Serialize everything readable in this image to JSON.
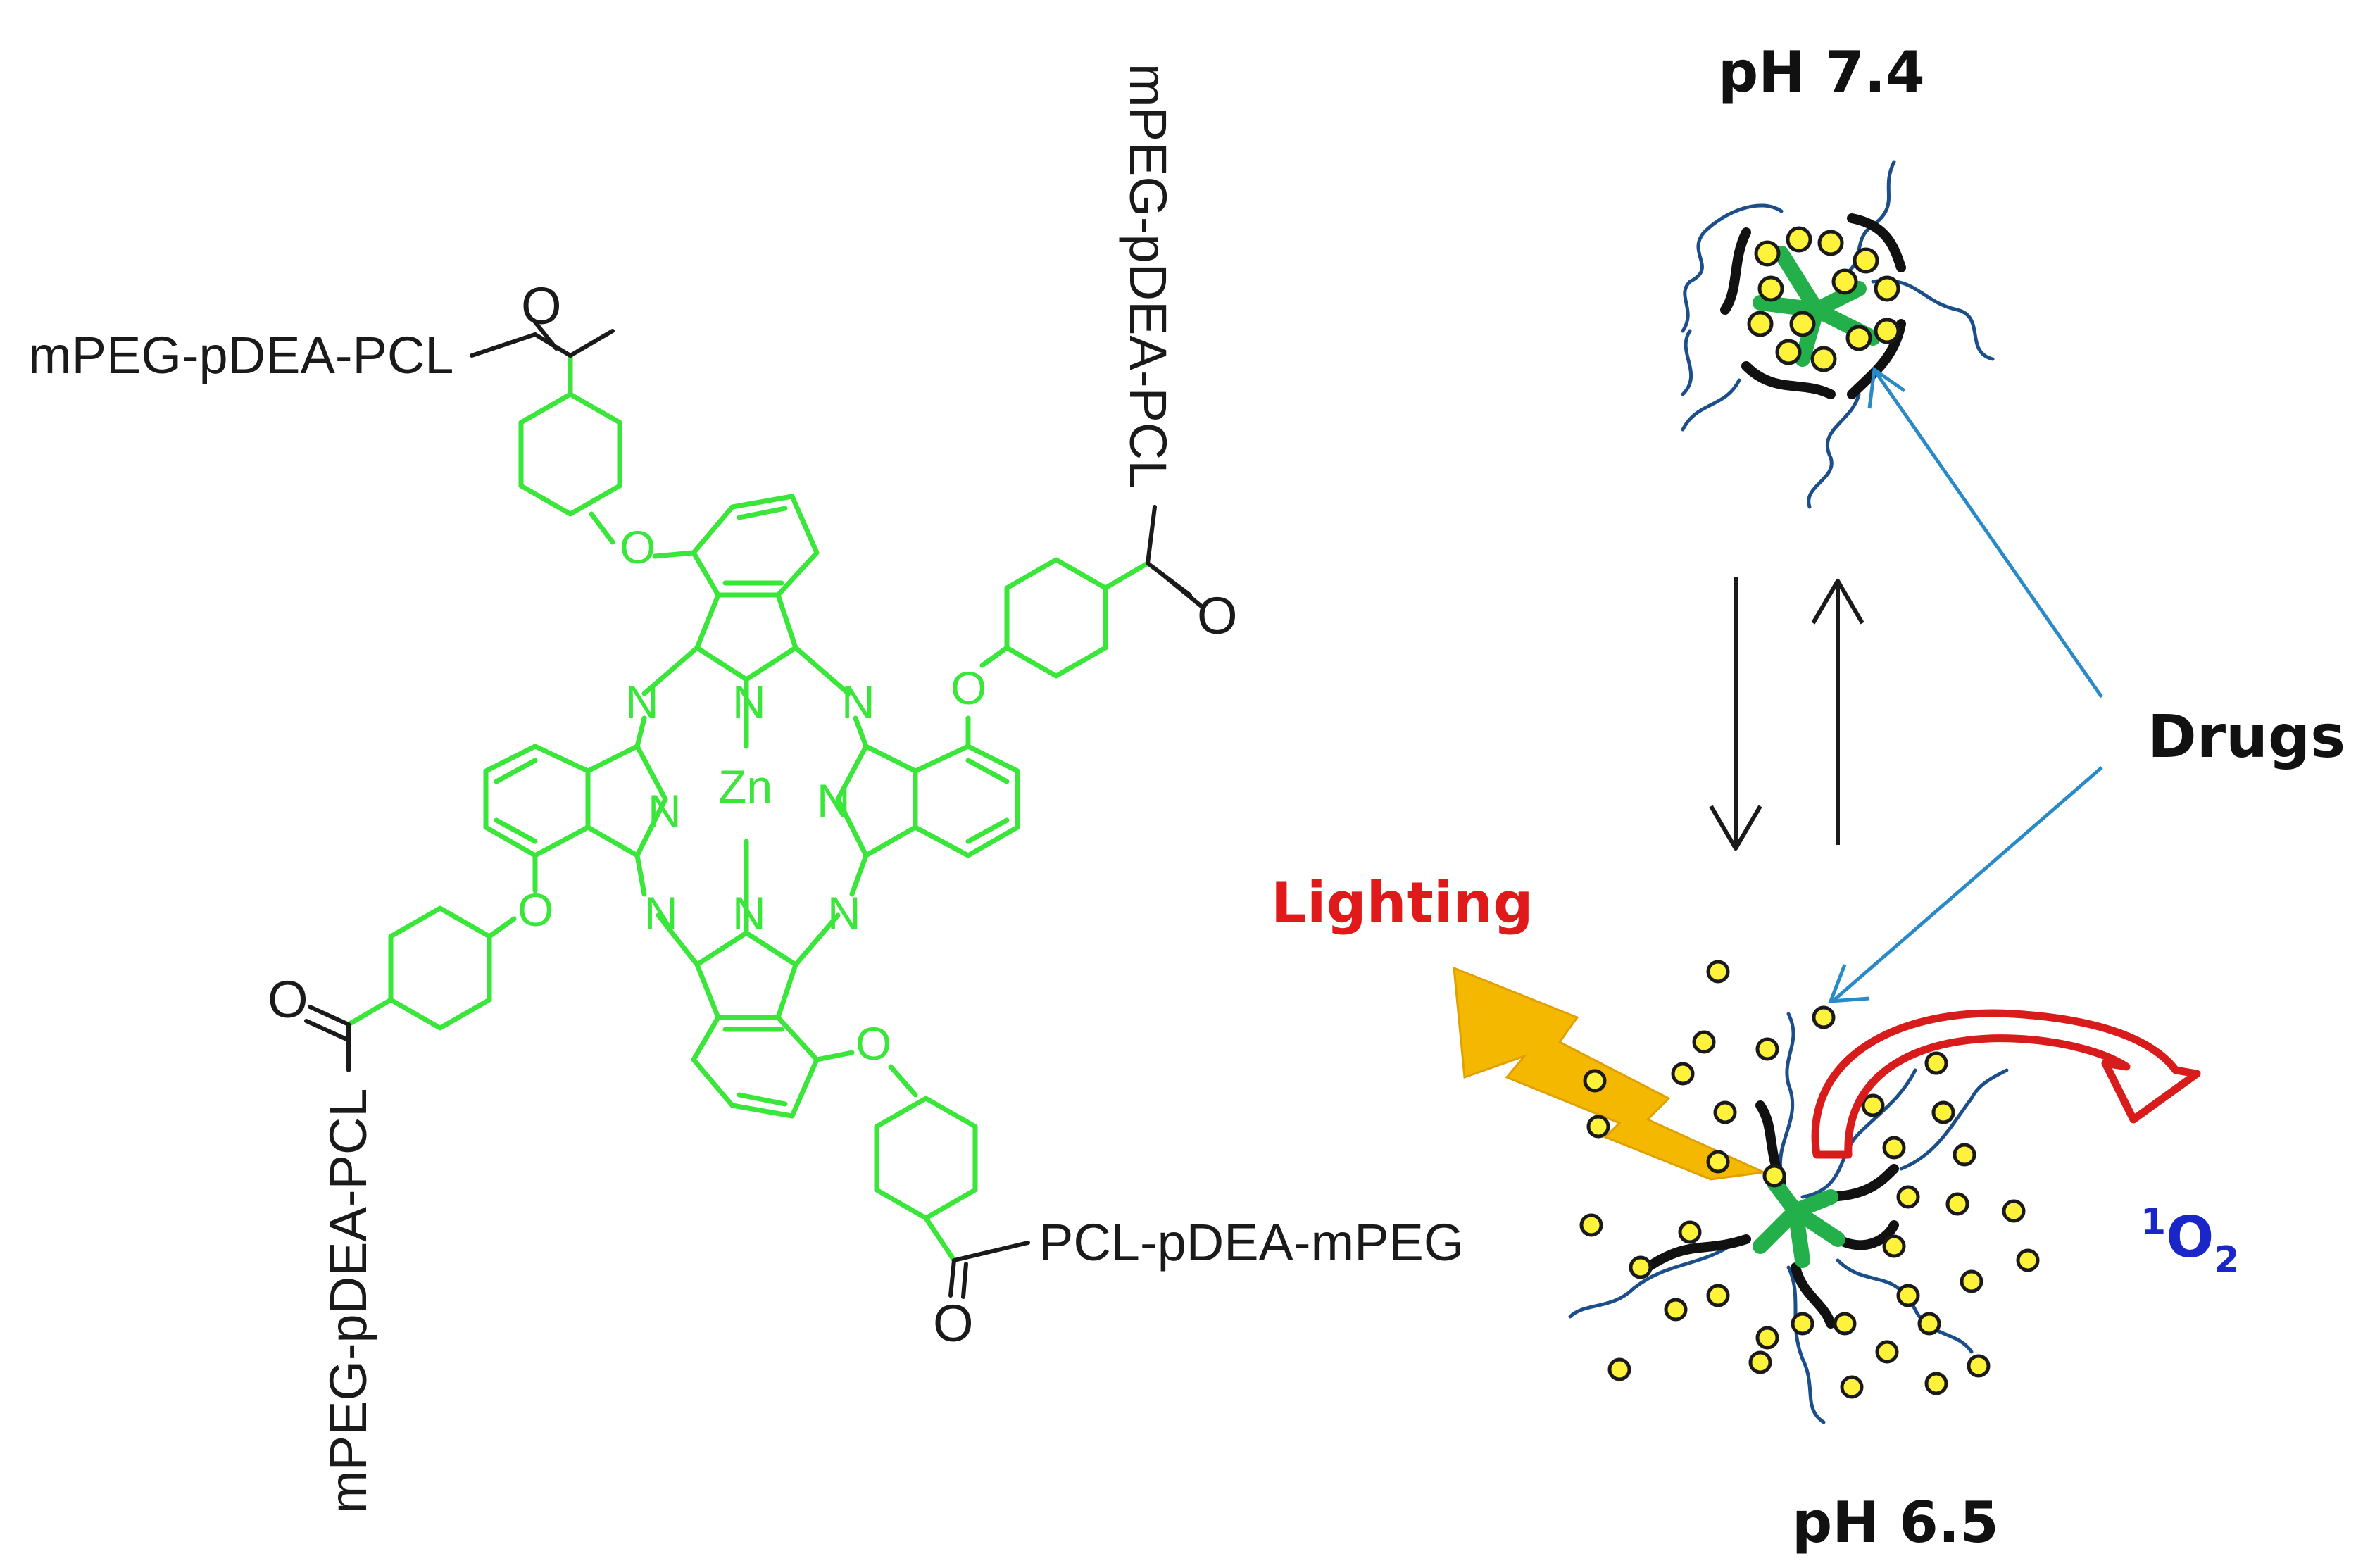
{
  "molecule": {
    "metal": "Zn",
    "nitrogen": "N",
    "oxygen": "O",
    "arm_top_left": "mPEG-pDEA-PCL",
    "arm_top_right": "mPEG-pDEA-PCL",
    "arm_bottom_left": "mPEG-pDEA-PCL",
    "arm_bottom_right": "PCL-pDEA-mPEG",
    "colors": {
      "core": "#39e639",
      "substituent": "#1a1a1a"
    }
  },
  "scheme": {
    "ph_top": "pH 7.4",
    "ph_bottom": "pH 6.5",
    "lighting": "Lighting",
    "drugs": "Drugs",
    "singlet_oxygen_sup": "1",
    "singlet_oxygen_base": "O",
    "singlet_oxygen_sub": "2",
    "colors": {
      "lighting_text": "#e01a1a",
      "singlet_text": "#1a26c8",
      "light_bolt": "#f5b800",
      "drug_dot": "#fff23a",
      "shell": "#1c4f8a",
      "core": "#23b04a"
    }
  }
}
